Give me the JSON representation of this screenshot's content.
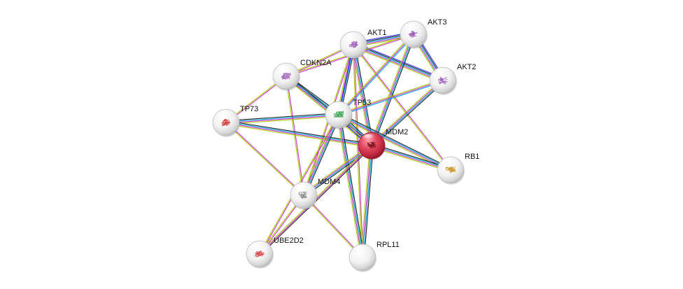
{
  "network": {
    "nodes": [
      {
        "id": "AKT1",
        "label": "AKT1",
        "query": false
      },
      {
        "id": "AKT3",
        "label": "AKT3",
        "query": false
      },
      {
        "id": "AKT2",
        "label": "AKT2",
        "query": false
      },
      {
        "id": "CDKN2A",
        "label": "CDKN2A",
        "query": false
      },
      {
        "id": "TP53",
        "label": "TP53",
        "query": false
      },
      {
        "id": "TP73",
        "label": "TP73",
        "query": false
      },
      {
        "id": "MDM2",
        "label": "MDM2",
        "query": true
      },
      {
        "id": "RB1",
        "label": "RB1",
        "query": false
      },
      {
        "id": "MDM4",
        "label": "MDM4",
        "query": false
      },
      {
        "id": "UBE2D2",
        "label": "UBE2D2",
        "query": false
      },
      {
        "id": "RPL11",
        "label": "RPL11",
        "query": false
      }
    ],
    "edges": [
      {
        "a": "AKT1",
        "b": "AKT3",
        "colors": [
          "#3333ff",
          "#222222",
          "#00aadd",
          "#cc33cc",
          "#aacc00"
        ]
      },
      {
        "a": "AKT1",
        "b": "AKT2",
        "colors": [
          "#3333ff",
          "#222222",
          "#00aadd",
          "#cc33cc",
          "#aacc00"
        ]
      },
      {
        "a": "AKT3",
        "b": "AKT2",
        "colors": [
          "#3333ff",
          "#222222",
          "#00aadd",
          "#cc33cc",
          "#aacc00"
        ]
      },
      {
        "a": "AKT1",
        "b": "TP53",
        "colors": [
          "#222222",
          "#00aadd",
          "#cc33cc",
          "#aacc00"
        ]
      },
      {
        "a": "AKT1",
        "b": "MDM2",
        "colors": [
          "#222222",
          "#00aadd",
          "#cc33cc",
          "#aacc00"
        ]
      },
      {
        "a": "AKT1",
        "b": "CDKN2A",
        "colors": [
          "#cc33cc",
          "#aacc00"
        ]
      },
      {
        "a": "AKT1",
        "b": "MDM4",
        "colors": [
          "#cc33cc",
          "#aacc00"
        ]
      },
      {
        "a": "AKT1",
        "b": "RB1",
        "colors": [
          "#cc33cc",
          "#aacc00"
        ]
      },
      {
        "a": "AKT1",
        "b": "RPL11",
        "colors": [
          "#cc33cc",
          "#aacc00"
        ]
      },
      {
        "a": "AKT3",
        "b": "TP53",
        "colors": [
          "#00aadd",
          "#cc33cc",
          "#aacc00"
        ]
      },
      {
        "a": "AKT3",
        "b": "MDM2",
        "colors": [
          "#222222",
          "#00aadd",
          "#cc33cc",
          "#aacc00"
        ]
      },
      {
        "a": "AKT3",
        "b": "CDKN2A",
        "colors": [
          "#cc33cc",
          "#aacc00"
        ]
      },
      {
        "a": "AKT2",
        "b": "TP53",
        "colors": [
          "#00aadd",
          "#cc33cc",
          "#aacc00"
        ]
      },
      {
        "a": "AKT2",
        "b": "MDM2",
        "colors": [
          "#222222",
          "#00aadd",
          "#cc33cc",
          "#aacc00"
        ]
      },
      {
        "a": "CDKN2A",
        "b": "TP53",
        "colors": [
          "#222222",
          "#00aadd",
          "#cc33cc",
          "#aacc00"
        ]
      },
      {
        "a": "CDKN2A",
        "b": "MDM2",
        "colors": [
          "#222222",
          "#00aadd",
          "#cc33cc",
          "#aacc00"
        ]
      },
      {
        "a": "CDKN2A",
        "b": "TP73",
        "colors": [
          "#cc33cc",
          "#aacc00"
        ]
      },
      {
        "a": "CDKN2A",
        "b": "MDM4",
        "colors": [
          "#cc33cc",
          "#aacc00"
        ]
      },
      {
        "a": "TP73",
        "b": "TP53",
        "colors": [
          "#222222",
          "#00aadd",
          "#cc33cc",
          "#aacc00"
        ]
      },
      {
        "a": "TP73",
        "b": "MDM2",
        "colors": [
          "#222222",
          "#00aadd",
          "#cc33cc",
          "#aacc00"
        ]
      },
      {
        "a": "TP73",
        "b": "MDM4",
        "colors": [
          "#cc33cc",
          "#aacc00"
        ]
      },
      {
        "a": "TP53",
        "b": "MDM2",
        "colors": [
          "#222222",
          "#00aadd",
          "#cc33cc",
          "#aacc00",
          "#3333ff"
        ]
      },
      {
        "a": "TP53",
        "b": "RB1",
        "colors": [
          "#222222",
          "#00aadd",
          "#cc33cc",
          "#aacc00"
        ]
      },
      {
        "a": "TP53",
        "b": "MDM4",
        "colors": [
          "#222222",
          "#00aadd",
          "#cc33cc",
          "#aacc00"
        ]
      },
      {
        "a": "TP53",
        "b": "RPL11",
        "colors": [
          "#222222",
          "#00aadd",
          "#cc33cc",
          "#aacc00"
        ]
      },
      {
        "a": "TP53",
        "b": "UBE2D2",
        "colors": [
          "#cc33cc",
          "#aacc00"
        ]
      },
      {
        "a": "MDM2",
        "b": "RB1",
        "colors": [
          "#222222",
          "#00aadd",
          "#cc33cc",
          "#aacc00"
        ]
      },
      {
        "a": "MDM2",
        "b": "MDM4",
        "colors": [
          "#222222",
          "#00aadd",
          "#cc33cc",
          "#aacc00"
        ]
      },
      {
        "a": "MDM2",
        "b": "UBE2D2",
        "colors": [
          "#222222",
          "#cc33cc",
          "#aacc00"
        ]
      },
      {
        "a": "MDM2",
        "b": "RPL11",
        "colors": [
          "#222222",
          "#00aadd",
          "#cc33cc",
          "#aacc00"
        ]
      },
      {
        "a": "MDM4",
        "b": "UBE2D2",
        "colors": [
          "#cc33cc",
          "#aacc00"
        ]
      },
      {
        "a": "MDM4",
        "b": "RPL11",
        "colors": [
          "#cc33cc",
          "#aacc00"
        ]
      },
      {
        "a": "TP53",
        "b": "AKT1",
        "colors": [
          "#3333ff"
        ]
      }
    ],
    "colors": {
      "query_node": "#d4304a",
      "default_node": "#e6e6e6"
    }
  }
}
